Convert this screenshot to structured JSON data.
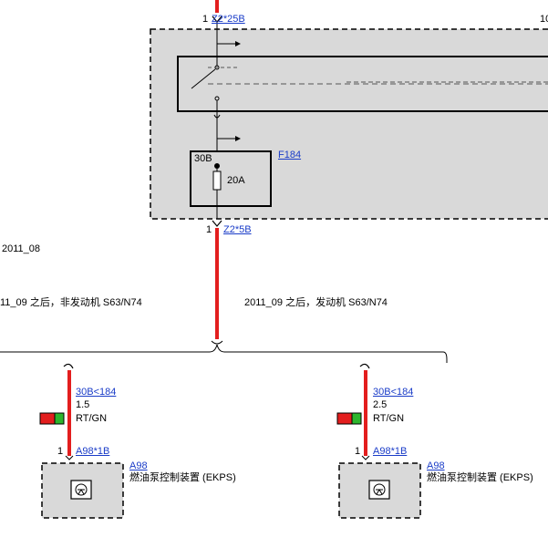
{
  "top_connector": {
    "pin": "1",
    "label": "Z2*25B"
  },
  "top_right_fragment": "10",
  "fuse": {
    "terminal": "30B",
    "ref": "F184",
    "rating": "20A"
  },
  "bottom_connector": {
    "pin": "1",
    "label": "Z2*5B"
  },
  "condition_left_top": "2011_08",
  "condition_left": "11_09 之后，非发动机 S63/N74",
  "condition_right": "2011_09 之后，发动机 S63/N74",
  "branches": [
    {
      "wire_ref": "30B<184",
      "wire_size": "1.5",
      "wire_color": "RT/GN",
      "pin": "1",
      "connector": "A98*1B",
      "module_ref": "A98",
      "module_name": "燃油泵控制装置 (EKPS)"
    },
    {
      "wire_ref": "30B<184",
      "wire_size": "2.5",
      "wire_color": "RT/GN",
      "pin": "1",
      "connector": "A98*1B",
      "module_ref": "A98",
      "module_name": "燃油泵控制装置 (EKPS)"
    }
  ],
  "colors": {
    "wire": "#e31e1e",
    "wire_swatch_red": "#e31e1e",
    "wire_swatch_green": "#2db52d",
    "link": "#1a3cc8",
    "module_fill": "#d9d9d9"
  }
}
